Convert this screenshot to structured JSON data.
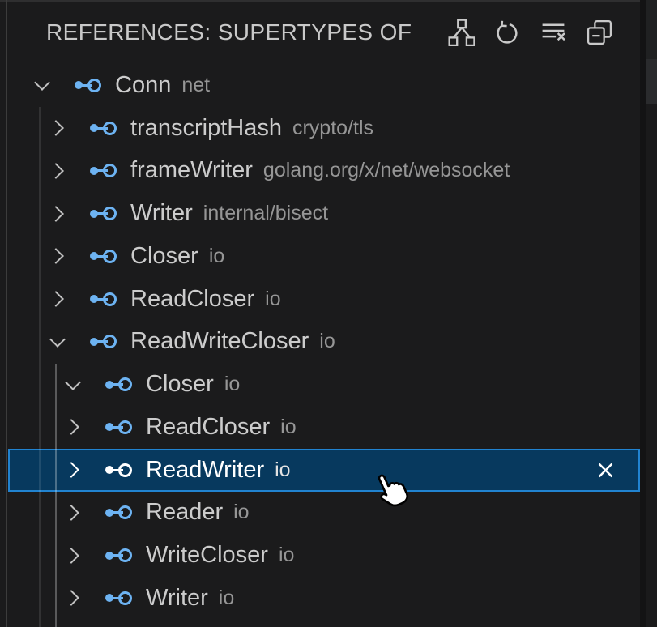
{
  "panel": {
    "title": "REFERENCES: SUPERTYPES OF",
    "toolbar_icons": [
      "type-hierarchy-icon",
      "refresh-icon",
      "clear-all-icon",
      "collapse-all-icon"
    ]
  },
  "tree": {
    "rows": [
      {
        "label": "Conn",
        "description": "net",
        "level": 0,
        "state": "expanded",
        "selected": false
      },
      {
        "label": "transcriptHash",
        "description": "crypto/tls",
        "level": 1,
        "state": "collapsed",
        "selected": false
      },
      {
        "label": "frameWriter",
        "description": "golang.org/x/net/websocket",
        "level": 1,
        "state": "collapsed",
        "selected": false
      },
      {
        "label": "Writer",
        "description": "internal/bisect",
        "level": 1,
        "state": "collapsed",
        "selected": false
      },
      {
        "label": "Closer",
        "description": "io",
        "level": 1,
        "state": "collapsed",
        "selected": false
      },
      {
        "label": "ReadCloser",
        "description": "io",
        "level": 1,
        "state": "collapsed",
        "selected": false
      },
      {
        "label": "ReadWriteCloser",
        "description": "io",
        "level": 1,
        "state": "expanded",
        "selected": false
      },
      {
        "label": "Closer",
        "description": "io",
        "level": 2,
        "state": "expanded",
        "selected": false
      },
      {
        "label": "ReadCloser",
        "description": "io",
        "level": 2,
        "state": "collapsed",
        "selected": false
      },
      {
        "label": "ReadWriter",
        "description": "io",
        "level": 2,
        "state": "collapsed",
        "selected": true
      },
      {
        "label": "Reader",
        "description": "io",
        "level": 2,
        "state": "collapsed",
        "selected": false
      },
      {
        "label": "WriteCloser",
        "description": "io",
        "level": 2,
        "state": "collapsed",
        "selected": false
      },
      {
        "label": "Writer",
        "description": "io",
        "level": 2,
        "state": "collapsed",
        "selected": false
      }
    ]
  },
  "colors": {
    "accent": "#6db3f2",
    "selection_bg": "#07395e",
    "selection_border": "#2183d0"
  }
}
